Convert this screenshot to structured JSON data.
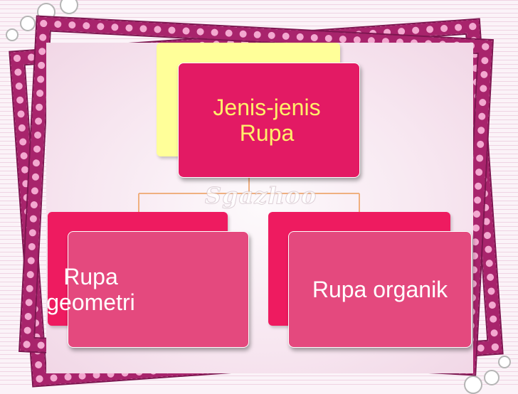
{
  "diagram": {
    "root": {
      "label": "Jenis-jenis\nRupa"
    },
    "children": [
      {
        "label": "Rupa\ngeometri"
      },
      {
        "label": "Rupa organik"
      }
    ],
    "watermark": "Sgazhoo"
  },
  "colors": {
    "root_fill": "#e31a64",
    "root_text": "#fff06a",
    "root_back": "#ffff99",
    "child_fill": "#e4497e",
    "child_back": "#ee1b60",
    "connector": "#f0b080",
    "frame": "#a8246c"
  }
}
